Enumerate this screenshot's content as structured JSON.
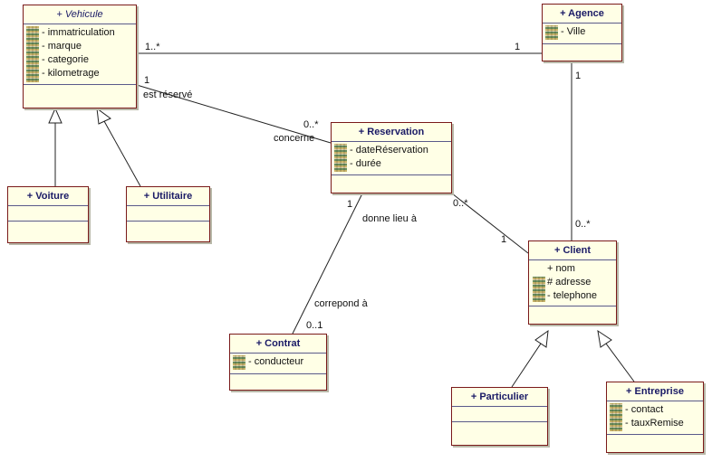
{
  "classes": {
    "vehicule": {
      "name": "+ Vehicule",
      "attrs": [
        "- immatriculation",
        "- marque",
        "- categorie",
        "- kilometrage"
      ]
    },
    "agence": {
      "name": "+ Agence",
      "attrs": [
        "- Ville"
      ]
    },
    "reservation": {
      "name": "+ Reservation",
      "attrs": [
        "- dateRéservation",
        "- durée"
      ]
    },
    "voiture": {
      "name": "+ Voiture"
    },
    "utilitaire": {
      "name": "+ Utilitaire"
    },
    "client": {
      "name": "+ Client",
      "attrs": [
        "+ nom",
        "# adresse",
        "- telephone"
      ]
    },
    "contrat": {
      "name": "+ Contrat",
      "attrs": [
        "- conducteur"
      ]
    },
    "particulier": {
      "name": "+ Particulier"
    },
    "entreprise": {
      "name": "+ Entreprise",
      "attrs": [
        "- contact",
        "- tauxRemise"
      ]
    }
  },
  "associations": {
    "vehicule_agence": {
      "mult_vehicule": "1..*",
      "mult_agence": "1"
    },
    "vehicule_reservation": {
      "mult_vehicule": "1",
      "role_vehicule": "est réservé",
      "mult_reservation": "0..*",
      "role_reservation": "concerne"
    },
    "agence_client": {
      "mult_agence": "1",
      "mult_client": "0..*"
    },
    "reservation_client": {
      "mult_reservation": "0..*",
      "mult_client": "1"
    },
    "reservation_contrat": {
      "mult_reservation": "1",
      "role_reservation": "donne lieu à",
      "role_contrat": "correpond à",
      "mult_contrat": "0..1"
    }
  }
}
